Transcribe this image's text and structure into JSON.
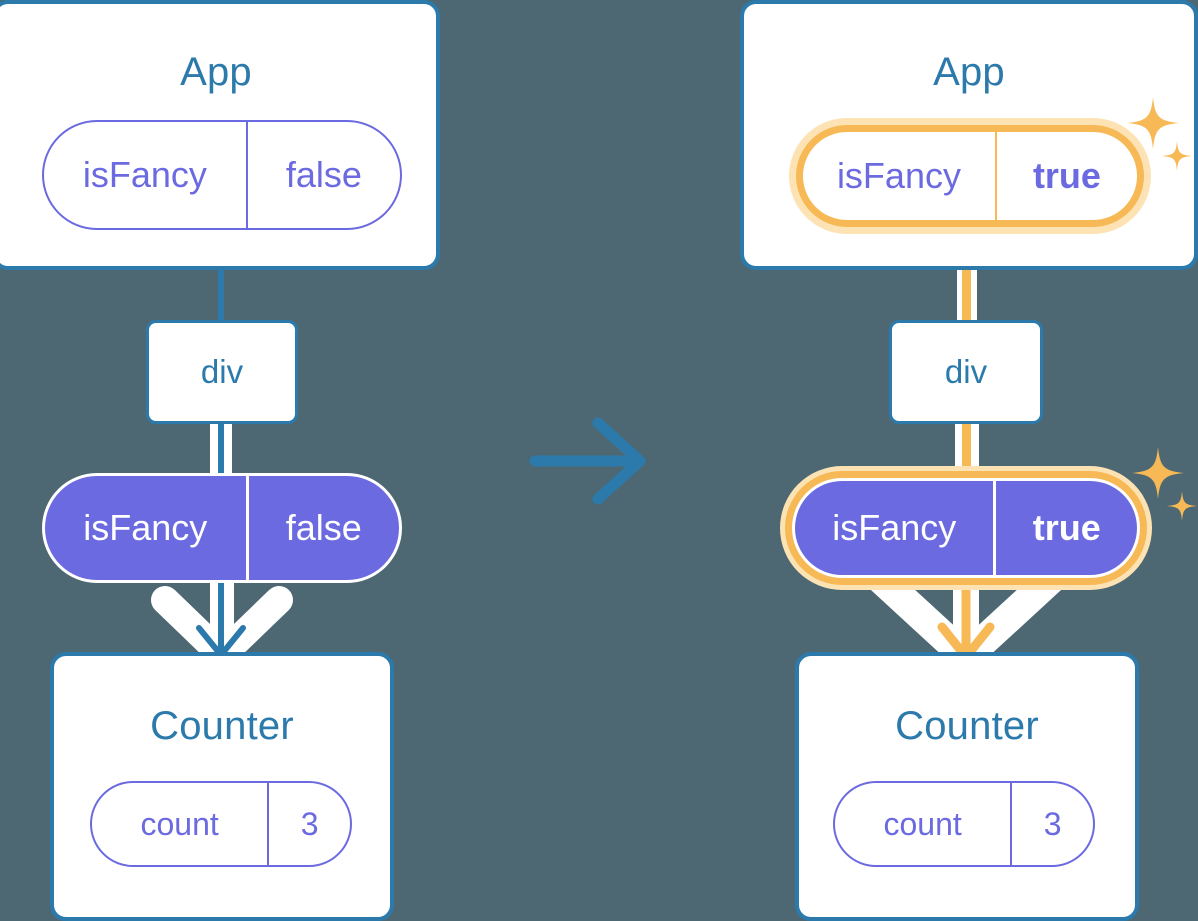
{
  "diagram": {
    "title_semantics": "react-state-propagation-before-after",
    "background_color": "#4d6873",
    "accent_blue": "#2b7aab",
    "accent_purple": "#6b6ae0",
    "accent_orange": "#f7b955",
    "accent_orange_glow": "#fde3b4"
  },
  "left": {
    "app": {
      "title": "App",
      "state": {
        "key": "isFancy",
        "value": "false"
      }
    },
    "div": {
      "label": "div"
    },
    "prop": {
      "key": "isFancy",
      "value": "false"
    },
    "counter": {
      "title": "Counter",
      "state": {
        "key": "count",
        "value": "3"
      }
    }
  },
  "transition": {
    "icon": "arrow-right-icon"
  },
  "right": {
    "app": {
      "title": "App",
      "state": {
        "key": "isFancy",
        "value": "true"
      }
    },
    "div": {
      "label": "div"
    },
    "prop": {
      "key": "isFancy",
      "value": "true"
    },
    "counter": {
      "title": "Counter",
      "state": {
        "key": "count",
        "value": "3"
      }
    },
    "sparkles": {
      "icon": "sparkle-icon"
    }
  }
}
